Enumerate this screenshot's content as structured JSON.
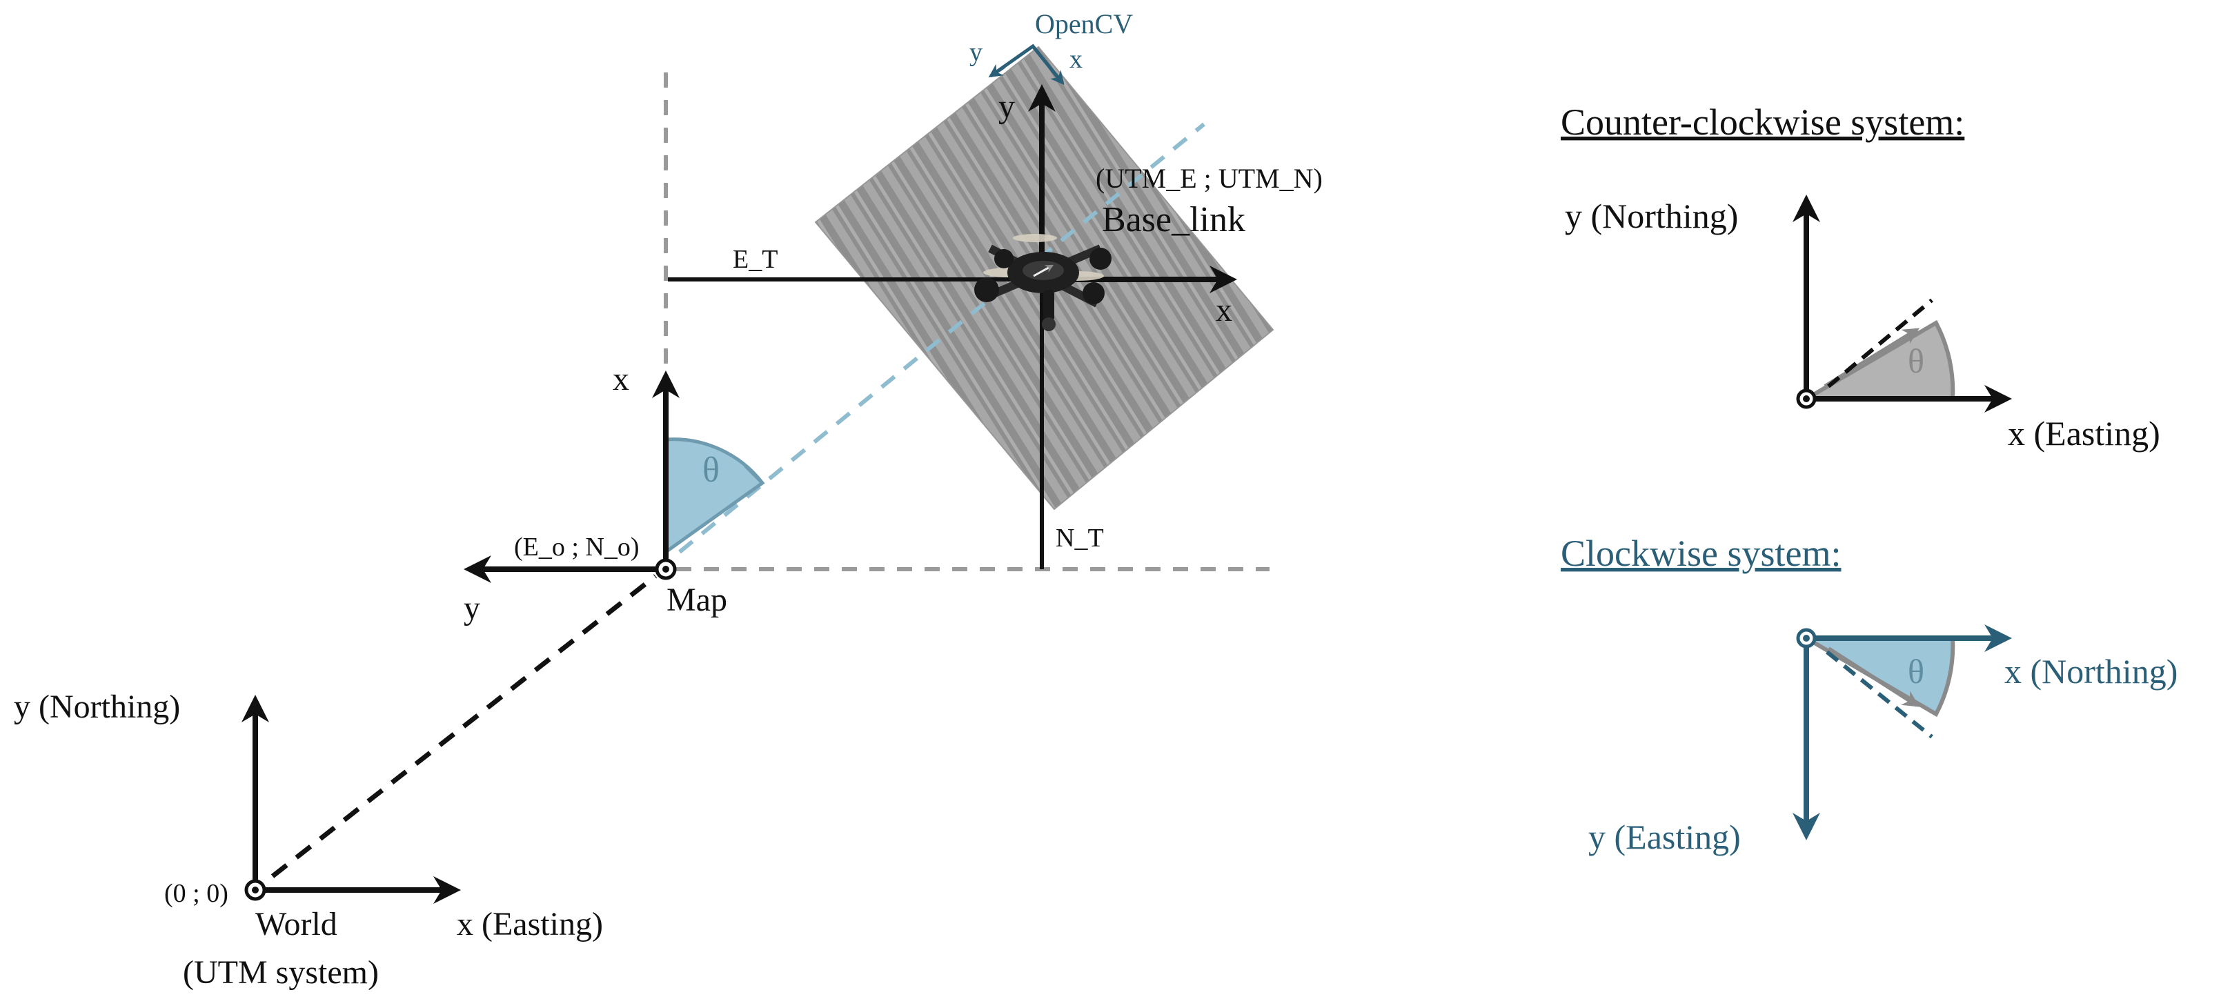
{
  "colors": {
    "black": "#111111",
    "teal": "#2b5f78",
    "light_teal": "#8fbccf",
    "light_blue_fill": "#9dc6d8",
    "gray_dash": "#9a9a9a",
    "gray_fill": "#b3b3b3",
    "gray_stroke": "#8a8a8a",
    "photo_gray": "#8c8c8c"
  },
  "world": {
    "y_label": "y (Northing)",
    "x_label": "x (Easting)",
    "origin_label": "(0 ; 0)",
    "name": "World",
    "subtitle": "(UTM system)"
  },
  "map": {
    "x_label": "x",
    "y_label": "y",
    "origin_label": "(E_o ; N_o)",
    "name": "Map",
    "theta": "θ"
  },
  "base_link": {
    "coords_label": "(UTM_E ; UTM_N)",
    "name": "Base_link",
    "x_label": "x",
    "y_label": "y",
    "e_t_label": "E_T",
    "n_t_label": "N_T"
  },
  "opencv": {
    "title": "OpenCV",
    "x_label": "x",
    "y_label": "y"
  },
  "ccw": {
    "heading": "Counter-clockwise system:",
    "y_label": "y (Northing)",
    "x_label": "x (Easting)",
    "theta": "θ"
  },
  "cw": {
    "heading": "Clockwise system:",
    "x_label": "x (Northing)",
    "y_label": "y (Easting)",
    "theta": "θ"
  },
  "icons": [
    "drone-icon",
    "origin-dot-icon"
  ]
}
